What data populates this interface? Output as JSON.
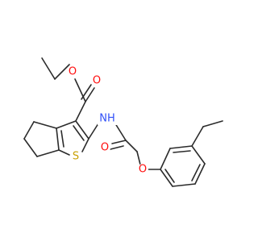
{
  "molecule": {
    "atoms": {
      "O_carbonyl_ester": {
        "label": "O",
        "color": "#ff0d0d"
      },
      "O_ester": {
        "label": "O",
        "color": "#ff0d0d"
      },
      "N_amide": {
        "label": "NH",
        "color": "#3050f8"
      },
      "S_thiophene": {
        "label": "S",
        "color": "#c8a000"
      },
      "O_amide": {
        "label": "O",
        "color": "#ff0d0d"
      },
      "O_ether": {
        "label": "O",
        "color": "#ff0d0d"
      }
    },
    "bond_color": "#2b2b2b",
    "background": "#ffffff"
  }
}
